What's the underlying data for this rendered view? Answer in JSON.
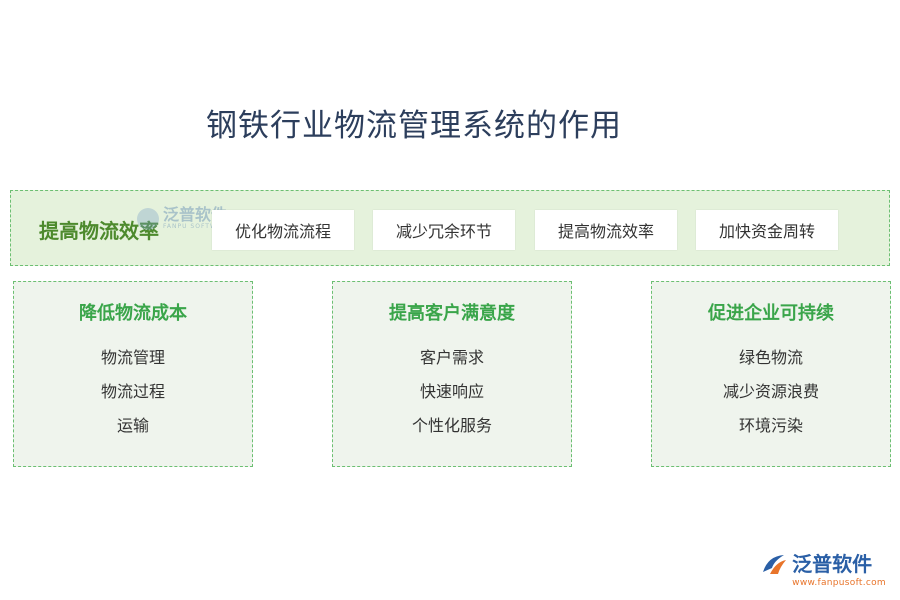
{
  "title": "钢铁行业物流管理系统的作用",
  "banner": {
    "heading": "提高物流效率",
    "items": [
      "优化物流流程",
      "减少冗余环节",
      "提高物流效率",
      "加快资金周转"
    ]
  },
  "cards": [
    {
      "heading": "降低物流成本",
      "items": [
        "物流管理",
        "物流过程",
        "运输"
      ]
    },
    {
      "heading": "提高客户满意度",
      "items": [
        "客户需求",
        "快速响应",
        "个性化服务"
      ]
    },
    {
      "heading": "促进企业可持续",
      "items": [
        "绿色物流",
        "减少资源浪费",
        "环境污染"
      ]
    }
  ],
  "watermark": {
    "name": "泛普软件",
    "sub": "FANPU SOFTWARE"
  },
  "brand": {
    "name": "泛普软件",
    "url": "www.fanpusoft.com"
  },
  "colors": {
    "title": "#2c3e5c",
    "banner_bg": "#e5f2dc",
    "banner_heading": "#4d8a2d",
    "card_bg": "#eff4ed",
    "card_heading": "#3aa54a",
    "border": "#6cbf72",
    "brand_blue": "#2a5fa6",
    "brand_orange": "#e8742a"
  }
}
